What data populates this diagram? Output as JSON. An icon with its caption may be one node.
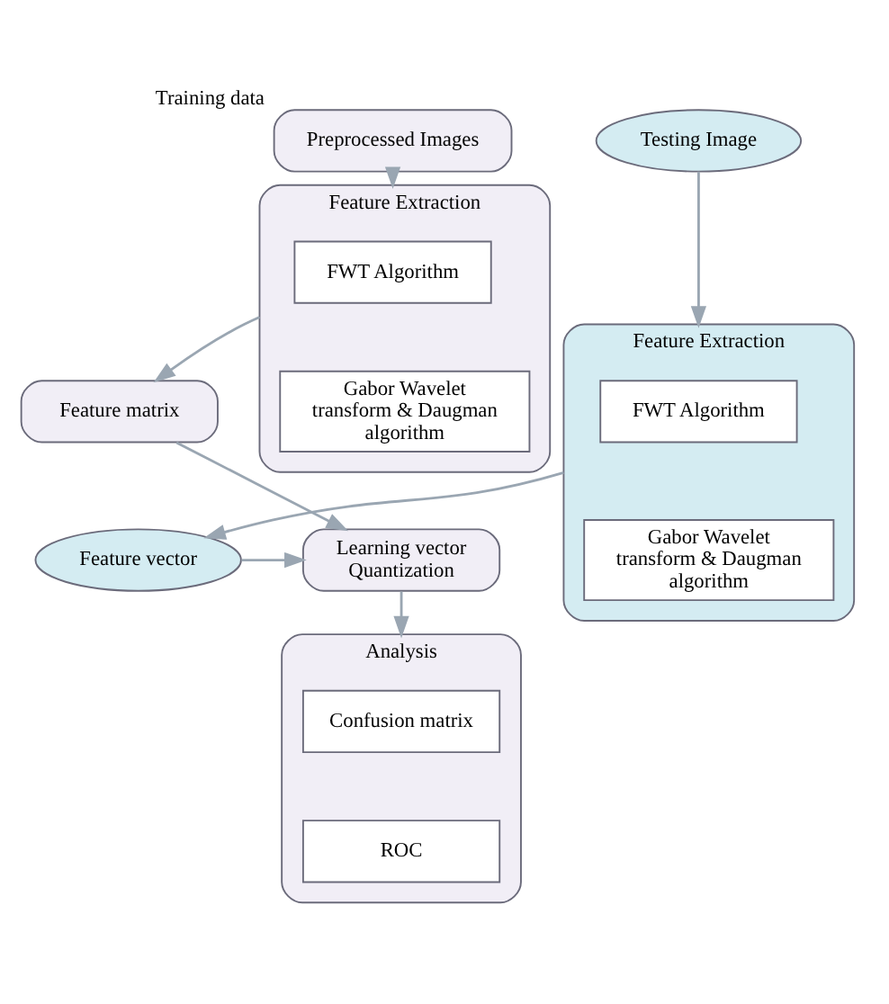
{
  "diagram": {
    "nodes": [
      {
        "text": [
          "Preprocessed Images"
        ],
        "beside": [
          "Training data"
        ]
      },
      {
        "text": [
          "Feature Extraction"
        ]
      },
      {
        "text": [
          "FWT Algorithm"
        ],
        "in": 1
      },
      {
        "text": [
          "Gabor Wavelet transform & Daugman algorithm"
        ],
        "in": 1
      },
      {
        "text": [
          "Feature matrix"
        ]
      },
      {
        "text": [
          "Learning vector Quantization"
        ]
      },
      {
        "text": [
          "Analysis"
        ]
      },
      {
        "text": [
          "Confusion matrix"
        ],
        "in": 6
      },
      {
        "text": [
          "ROC"
        ],
        "in": 6
      },
      {
        "text": [
          "Testing Image"
        ]
      },
      {
        "text": [
          "Feature Extraction"
        ]
      },
      {
        "text": [
          "FWT Algorithm"
        ],
        "in": 10
      },
      {
        "text": [
          "Gabor Wavelet transform & Daugman algorithm"
        ],
        "in": 10
      },
      {
        "text": [
          "Feature vector"
        ]
      }
    ],
    "edges": [
      {
        "from": 0,
        "to": 1,
        "arrow": "to"
      },
      {
        "from": 1,
        "to": 4,
        "arrow": "to"
      },
      {
        "from": 4,
        "to": 5,
        "arrow": "to"
      },
      {
        "from": 5,
        "to": 6,
        "arrow": "to"
      },
      {
        "from": 9,
        "to": 10,
        "arrow": "to"
      },
      {
        "from": 10,
        "to": 13,
        "arrow": "to"
      },
      {
        "from": 13,
        "to": 5,
        "arrow": "to"
      }
    ]
  }
}
